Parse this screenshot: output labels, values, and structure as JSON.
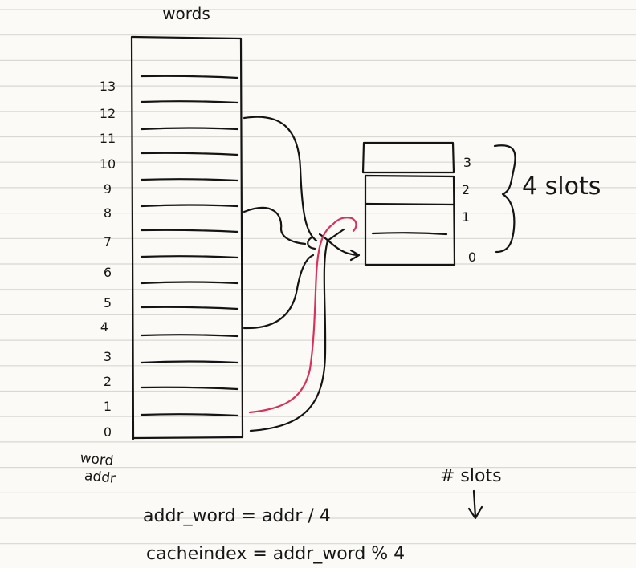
{
  "colors": {
    "paper": "#fbfaf6",
    "rule": "#d9d8d3",
    "ink": "#141414",
    "highlight": "#d8325a"
  },
  "memory": {
    "title": "words",
    "rows": [
      "13",
      "12",
      "11",
      "10",
      "9",
      "8",
      "7",
      "6",
      "5",
      "4",
      "3",
      "2",
      "1",
      "0"
    ],
    "axis_label_line1": "word",
    "axis_label_line2": "addr"
  },
  "cache": {
    "slots": [
      "3",
      "2",
      "1",
      "0"
    ],
    "brace_label": "4 slots"
  },
  "formulas": {
    "line1": "addr_word = addr / 4",
    "line2": "cacheindex = addr_word % 4",
    "annotation": "# slots"
  }
}
